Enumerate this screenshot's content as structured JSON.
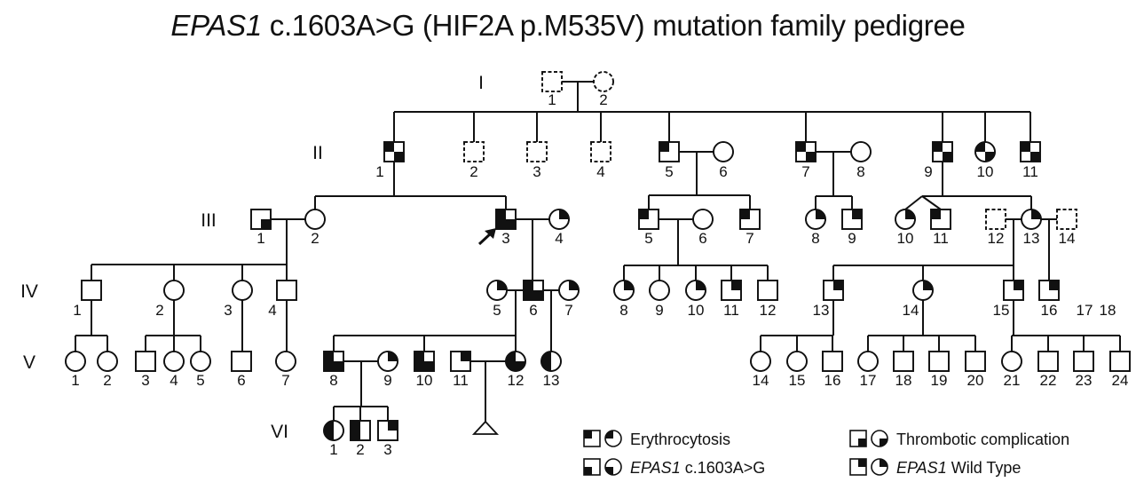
{
  "title": {
    "gene": "EPAS1",
    "rest": " c.1603A>G (HIF2A p.M535V) mutation family pedigree"
  },
  "legend_key": {
    "tl": "Erythrocytosis",
    "bl": "EPAS1 c.1603A>G",
    "br": "Thrombotic complication",
    "tr": "EPAS1 Wild Type"
  },
  "legend": [
    {
      "key": "tl",
      "label": "Erythrocytosis",
      "italic_prefix": ""
    },
    {
      "key": "bl",
      "label": " c.1603A>G",
      "italic_prefix": "EPAS1"
    },
    {
      "key": "br",
      "label": "Thrombotic complication",
      "italic_prefix": ""
    },
    {
      "key": "tr",
      "label": " Wild Type",
      "italic_prefix": "EPAS1"
    }
  ],
  "generations": [
    "I",
    "II",
    "III",
    "IV",
    "V",
    "VI"
  ],
  "proband": "III-3",
  "individuals": [
    {
      "id": "I-1",
      "num": "1",
      "sex": "M",
      "fill": [],
      "dashed": true
    },
    {
      "id": "I-2",
      "num": "2",
      "sex": "F",
      "fill": [],
      "dashed": true
    },
    {
      "id": "II-1",
      "num": "1",
      "sex": "M",
      "fill": [
        "tl",
        "br"
      ]
    },
    {
      "id": "II-2",
      "num": "2",
      "sex": "M",
      "fill": [],
      "dashed": true
    },
    {
      "id": "II-3",
      "num": "3",
      "sex": "M",
      "fill": [],
      "dashed": true
    },
    {
      "id": "II-4",
      "num": "4",
      "sex": "M",
      "fill": [],
      "dashed": true
    },
    {
      "id": "II-5",
      "num": "5",
      "sex": "M",
      "fill": [
        "tl"
      ]
    },
    {
      "id": "II-6",
      "num": "6",
      "sex": "F",
      "fill": []
    },
    {
      "id": "II-7",
      "num": "7",
      "sex": "M",
      "fill": [
        "tl",
        "br"
      ]
    },
    {
      "id": "II-8",
      "num": "8",
      "sex": "F",
      "fill": []
    },
    {
      "id": "II-9",
      "num": "9",
      "sex": "M",
      "fill": [
        "tl",
        "br"
      ]
    },
    {
      "id": "II-10",
      "num": "10",
      "sex": "F",
      "fill": [
        "tl",
        "br"
      ]
    },
    {
      "id": "II-11",
      "num": "11",
      "sex": "M",
      "fill": [
        "tl",
        "br"
      ]
    },
    {
      "id": "III-1",
      "num": "1",
      "sex": "M",
      "fill": [
        "br"
      ]
    },
    {
      "id": "III-2",
      "num": "2",
      "sex": "F",
      "fill": []
    },
    {
      "id": "III-3",
      "num": "3",
      "sex": "M",
      "fill": [
        "tl",
        "bl",
        "br"
      ]
    },
    {
      "id": "III-4",
      "num": "4",
      "sex": "F",
      "fill": [
        "tr"
      ]
    },
    {
      "id": "III-5",
      "num": "5",
      "sex": "M",
      "fill": [
        "tl"
      ]
    },
    {
      "id": "III-6",
      "num": "6",
      "sex": "F",
      "fill": []
    },
    {
      "id": "III-7",
      "num": "7",
      "sex": "M",
      "fill": [
        "tl"
      ]
    },
    {
      "id": "III-8",
      "num": "8",
      "sex": "F",
      "fill": [
        "tr"
      ]
    },
    {
      "id": "III-9",
      "num": "9",
      "sex": "M",
      "fill": [
        "tr"
      ]
    },
    {
      "id": "III-10",
      "num": "10",
      "sex": "F",
      "fill": [
        "tr"
      ]
    },
    {
      "id": "III-11",
      "num": "11",
      "sex": "M",
      "fill": [
        "tl"
      ]
    },
    {
      "id": "III-12",
      "num": "12",
      "sex": "M",
      "fill": [],
      "dashed": true
    },
    {
      "id": "III-13",
      "num": "13",
      "sex": "F",
      "fill": [
        "tr"
      ]
    },
    {
      "id": "III-14",
      "num": "14",
      "sex": "M",
      "fill": [],
      "dashed": true
    },
    {
      "id": "IV-1",
      "num": "1",
      "sex": "M",
      "fill": []
    },
    {
      "id": "IV-2",
      "num": "2",
      "sex": "F",
      "fill": []
    },
    {
      "id": "IV-3",
      "num": "3",
      "sex": "F",
      "fill": []
    },
    {
      "id": "IV-4",
      "num": "4",
      "sex": "M",
      "fill": []
    },
    {
      "id": "IV-5",
      "num": "5",
      "sex": "F",
      "fill": [
        "tr"
      ]
    },
    {
      "id": "IV-6",
      "num": "6",
      "sex": "M",
      "fill": [
        "tl",
        "bl",
        "br"
      ]
    },
    {
      "id": "IV-7",
      "num": "7",
      "sex": "F",
      "fill": [
        "tr"
      ]
    },
    {
      "id": "IV-8",
      "num": "8",
      "sex": "F",
      "fill": [
        "tr"
      ]
    },
    {
      "id": "IV-9",
      "num": "9",
      "sex": "F",
      "fill": []
    },
    {
      "id": "IV-10",
      "num": "10",
      "sex": "F",
      "fill": [
        "tr"
      ]
    },
    {
      "id": "IV-11",
      "num": "11",
      "sex": "M",
      "fill": [
        "tr"
      ]
    },
    {
      "id": "IV-12",
      "num": "12",
      "sex": "M",
      "fill": []
    },
    {
      "id": "IV-13",
      "num": "13",
      "sex": "M",
      "fill": [
        "tr"
      ]
    },
    {
      "id": "IV-14",
      "num": "14",
      "sex": "F",
      "fill": [
        "tr"
      ]
    },
    {
      "id": "IV-15",
      "num": "15",
      "sex": "M",
      "fill": [
        "tr"
      ]
    },
    {
      "id": "IV-16",
      "num": "16",
      "sex": "M",
      "fill": [
        "tr"
      ]
    },
    {
      "id": "IV-17",
      "num": "17",
      "sex": "none",
      "fill": []
    },
    {
      "id": "IV-18",
      "num": "18",
      "sex": "none",
      "fill": []
    },
    {
      "id": "V-1",
      "num": "1",
      "sex": "F",
      "fill": []
    },
    {
      "id": "V-2",
      "num": "2",
      "sex": "F",
      "fill": []
    },
    {
      "id": "V-3",
      "num": "3",
      "sex": "M",
      "fill": []
    },
    {
      "id": "V-4",
      "num": "4",
      "sex": "F",
      "fill": []
    },
    {
      "id": "V-5",
      "num": "5",
      "sex": "F",
      "fill": []
    },
    {
      "id": "V-6",
      "num": "6",
      "sex": "M",
      "fill": []
    },
    {
      "id": "V-7",
      "num": "7",
      "sex": "F",
      "fill": []
    },
    {
      "id": "V-8",
      "num": "8",
      "sex": "M",
      "fill": [
        "tl",
        "bl",
        "br"
      ]
    },
    {
      "id": "V-9",
      "num": "9",
      "sex": "F",
      "fill": [
        "tr"
      ]
    },
    {
      "id": "V-10",
      "num": "10",
      "sex": "M",
      "fill": [
        "tl",
        "bl",
        "br"
      ]
    },
    {
      "id": "V-11",
      "num": "11",
      "sex": "M",
      "fill": [
        "tr"
      ]
    },
    {
      "id": "V-12",
      "num": "12",
      "sex": "F",
      "fill": [
        "tl",
        "bl",
        "br"
      ]
    },
    {
      "id": "V-13",
      "num": "13",
      "sex": "F",
      "fill": [
        "tl",
        "bl"
      ]
    },
    {
      "id": "V-14",
      "num": "14",
      "sex": "F",
      "fill": []
    },
    {
      "id": "V-15",
      "num": "15",
      "sex": "F",
      "fill": []
    },
    {
      "id": "V-16",
      "num": "16",
      "sex": "M",
      "fill": []
    },
    {
      "id": "V-17",
      "num": "17",
      "sex": "F",
      "fill": []
    },
    {
      "id": "V-18",
      "num": "18",
      "sex": "M",
      "fill": []
    },
    {
      "id": "V-19",
      "num": "19",
      "sex": "M",
      "fill": []
    },
    {
      "id": "V-20",
      "num": "20",
      "sex": "M",
      "fill": []
    },
    {
      "id": "V-21",
      "num": "21",
      "sex": "F",
      "fill": []
    },
    {
      "id": "V-22",
      "num": "22",
      "sex": "M",
      "fill": []
    },
    {
      "id": "V-23",
      "num": "23",
      "sex": "M",
      "fill": []
    },
    {
      "id": "V-24",
      "num": "24",
      "sex": "M",
      "fill": []
    },
    {
      "id": "V-preg",
      "num": "",
      "sex": "pregnancy",
      "fill": []
    },
    {
      "id": "VI-1",
      "num": "1",
      "sex": "F",
      "fill": [
        "tl",
        "bl"
      ]
    },
    {
      "id": "VI-2",
      "num": "2",
      "sex": "M",
      "fill": [
        "tl",
        "bl"
      ]
    },
    {
      "id": "VI-3",
      "num": "3",
      "sex": "M",
      "fill": [
        "tr"
      ]
    }
  ]
}
